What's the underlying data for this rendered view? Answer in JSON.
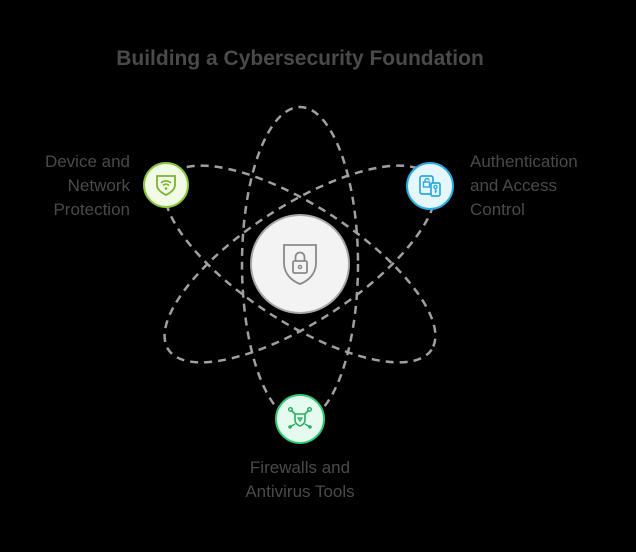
{
  "title": "Building a Cybersecurity Foundation",
  "center": {
    "icon": "shield-lock-icon",
    "fill": "#f3f3f3",
    "stroke": "#a8a8a8"
  },
  "nodes": [
    {
      "id": "device-network",
      "label_lines": [
        "Device and",
        "Network",
        "Protection"
      ],
      "icon": "shield-wifi-icon",
      "fill": "#f1fbe6",
      "stroke": "#8cc63f"
    },
    {
      "id": "auth-access",
      "label_lines": [
        "Authentication",
        "and Access",
        "Control"
      ],
      "icon": "lock-key-devices-icon",
      "fill": "#e6f6fd",
      "stroke": "#29abe2"
    },
    {
      "id": "firewalls-antivirus",
      "label_lines": [
        "Firewalls and",
        "Antivirus Tools"
      ],
      "icon": "shield-network-icon",
      "fill": "#e6fbf0",
      "stroke": "#2ecc71"
    }
  ],
  "orbit_color": "#a0a0a0"
}
